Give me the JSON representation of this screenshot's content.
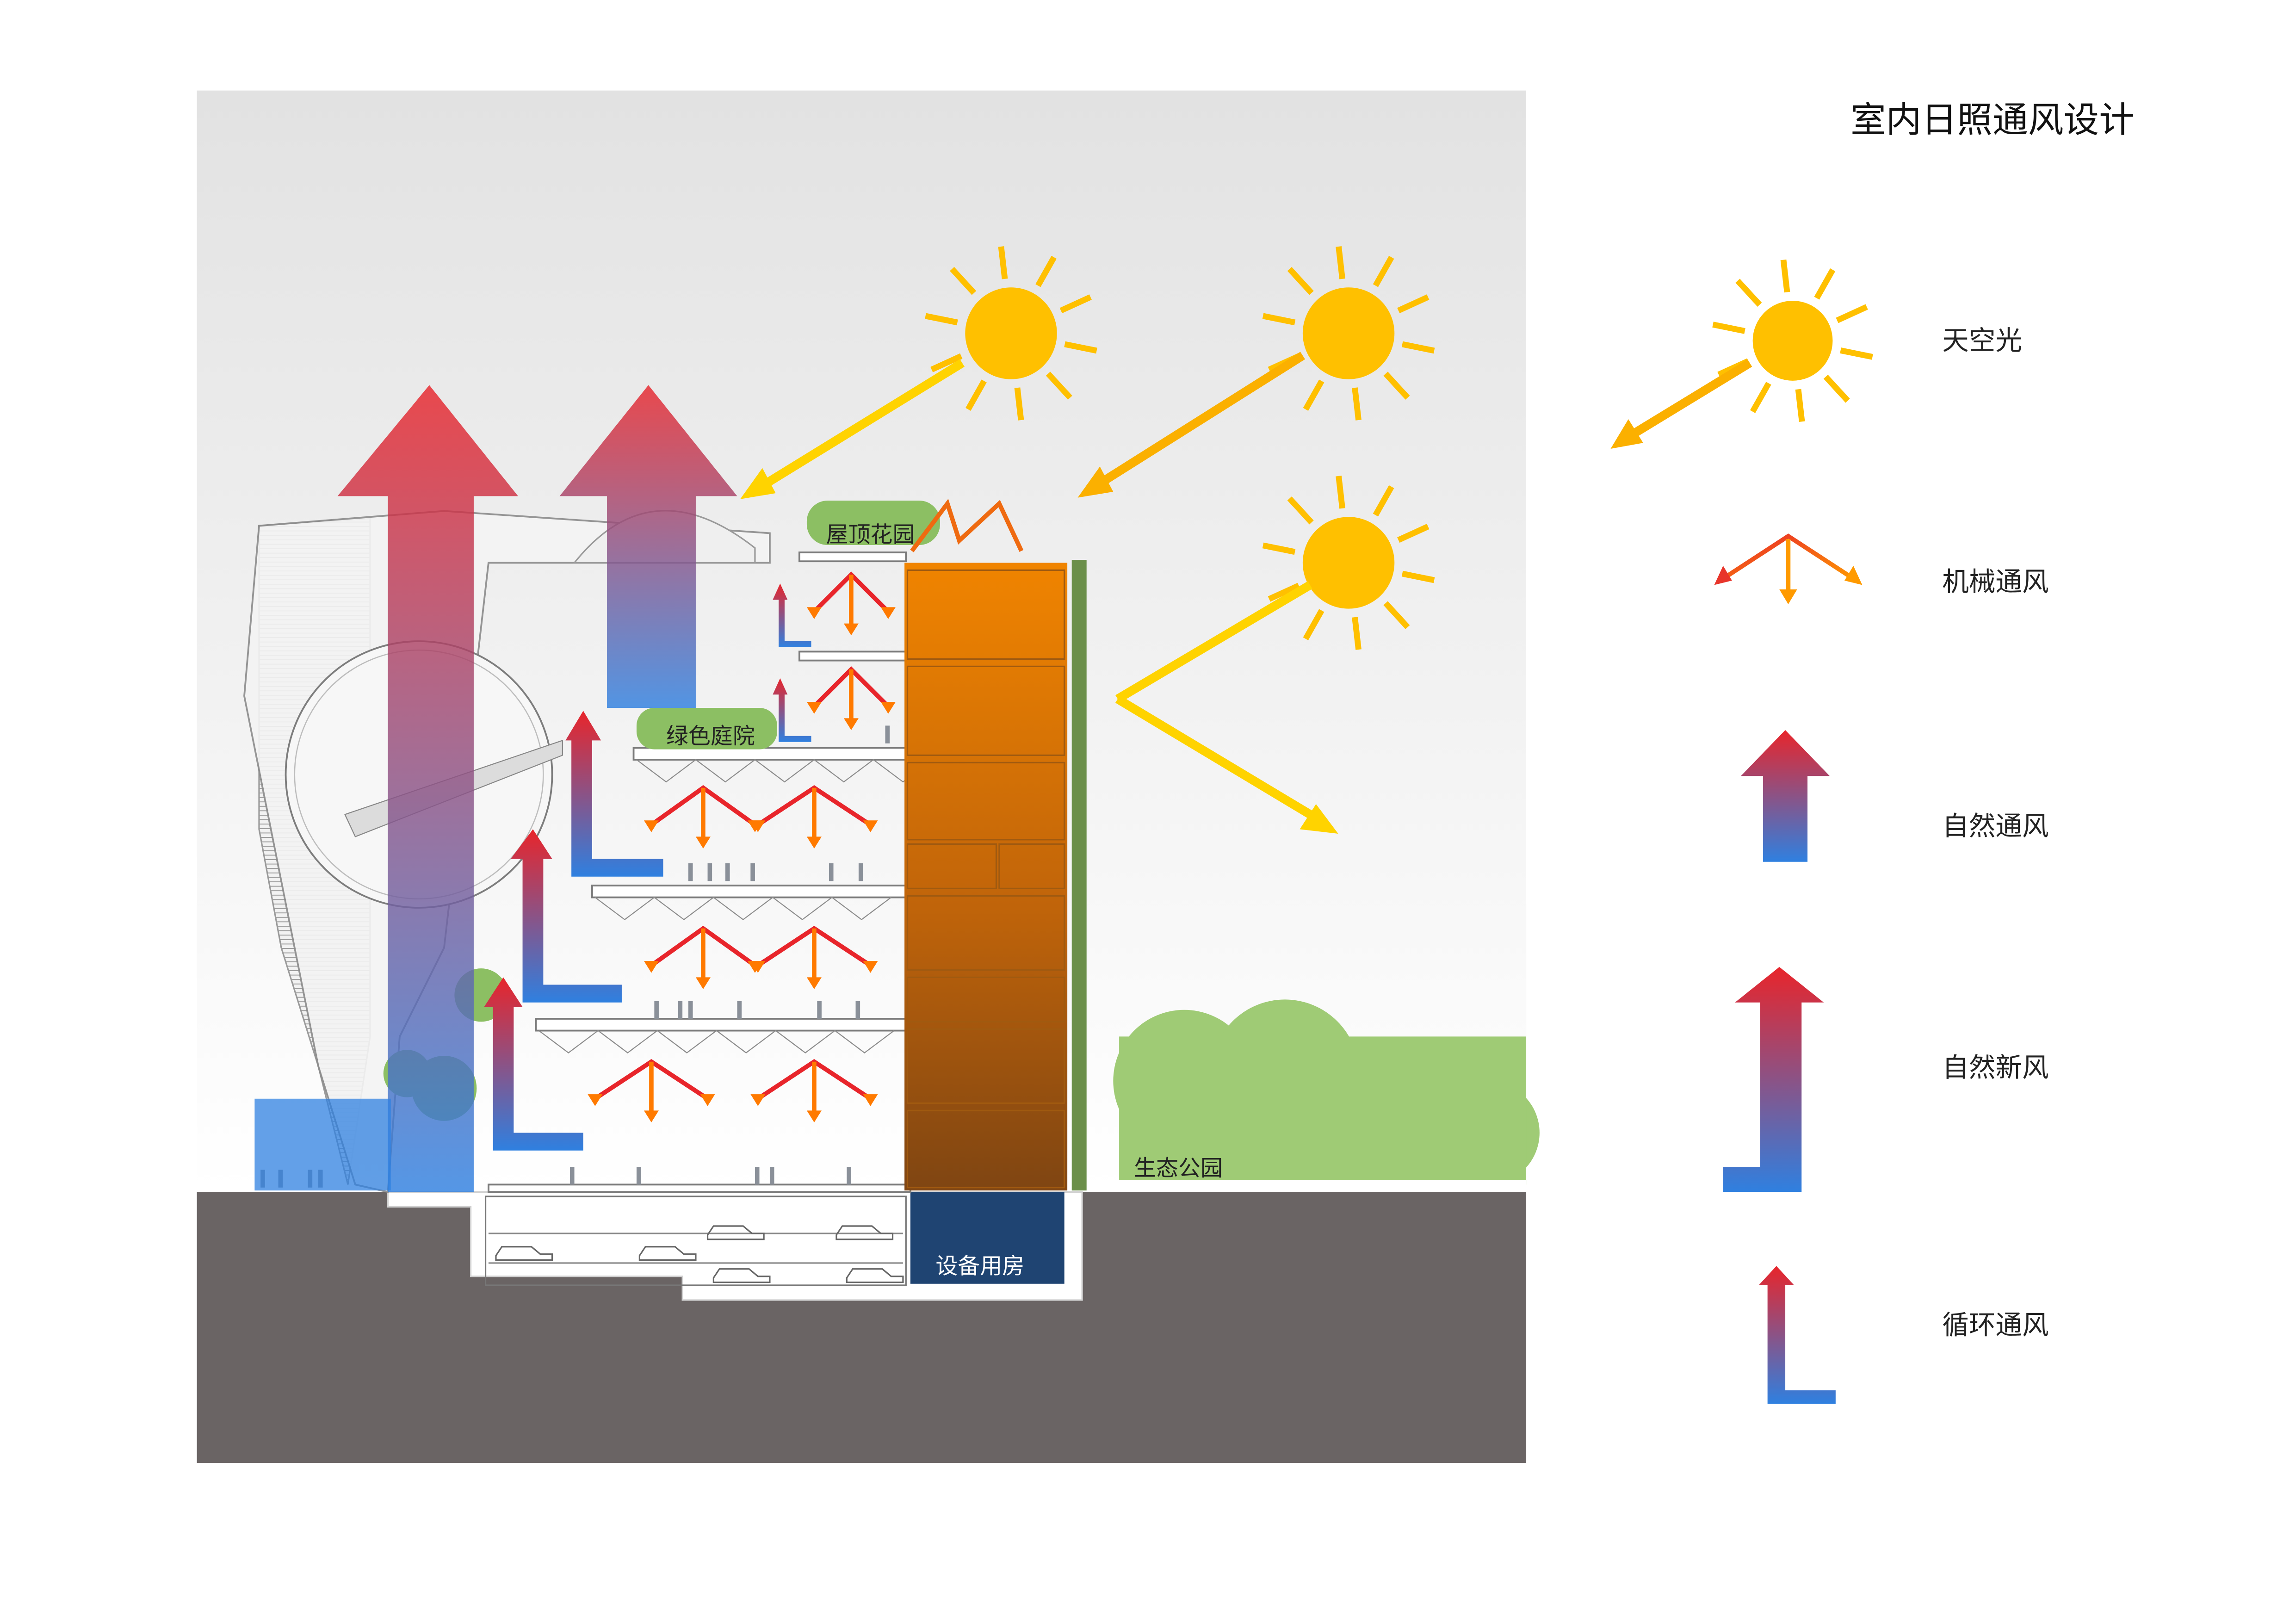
{
  "title": "室内日照通风设计",
  "section_labels": {
    "roof_garden": "屋顶花园",
    "green_courtyard": "绿色庭院",
    "eco_park": "生态公园",
    "equipment_room": "设备用房"
  },
  "legend": [
    {
      "label": "天空光",
      "icon": "skylight-icon"
    },
    {
      "label": "机械通风",
      "icon": "mechanical-ventilation-icon"
    },
    {
      "label": "自然通风",
      "icon": "natural-ventilation-icon"
    },
    {
      "label": "自然新风",
      "icon": "natural-fresh-air-icon"
    },
    {
      "label": "循环通风",
      "icon": "circulation-ventilation-icon"
    }
  ],
  "colors": {
    "sun": "#ffc000",
    "sun_ray": "#ffc000",
    "light_beam": "#ffd300",
    "hot_air": "#e8252b",
    "cool_air": "#1f78e0",
    "mech_orange": "#ff7a00",
    "core_orange": "#ef8200",
    "core_brown": "#8a4a10",
    "green_wall": "#6b8f4a",
    "tree_green": "#9fcb75",
    "ground": "#6a6464",
    "equipment_room": "#1f4472",
    "sky_top": "#e4e4e4"
  }
}
